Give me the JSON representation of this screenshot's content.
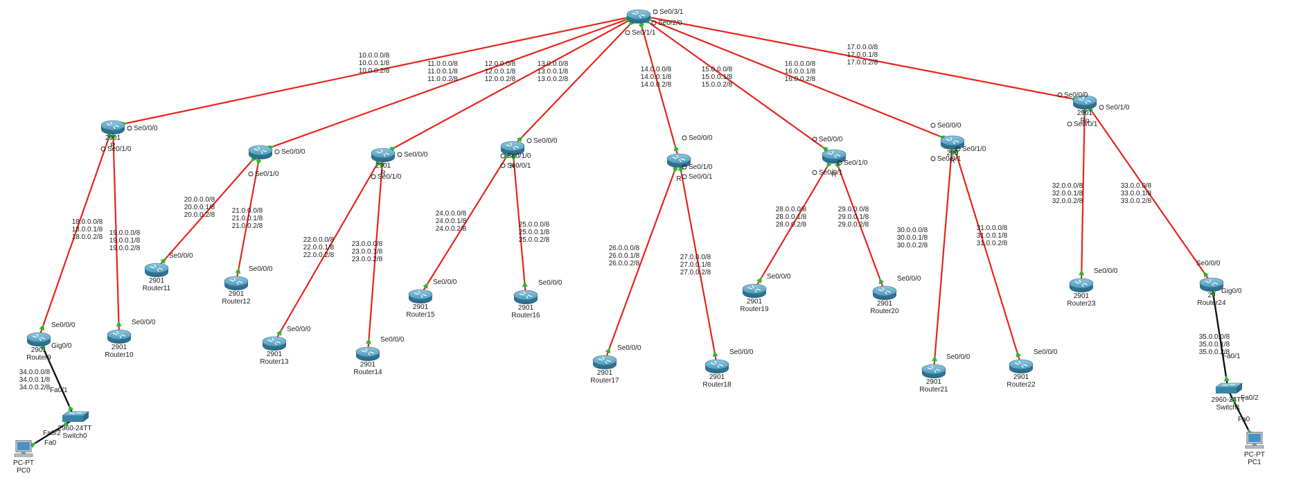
{
  "colors": {
    "serial_link": "#e8221a",
    "ethernet_link": "#111111",
    "link_up": "#2fb52f",
    "device_blue": "#3d8fb3"
  },
  "devices": [
    {
      "id": "core",
      "kind": "router",
      "model": "",
      "name": "",
      "ports": [
        "Se0/3/1",
        "Se0/2/0",
        "Se0/1/1"
      ]
    },
    {
      "id": "r1",
      "kind": "router",
      "model": "2901",
      "name": "R",
      "ports": [
        "Se0/0/0",
        "Se0/1/0"
      ]
    },
    {
      "id": "r2",
      "kind": "router",
      "model": "",
      "name": "",
      "ports": [
        "Se0/0/0",
        "Se0/1/0"
      ]
    },
    {
      "id": "r3",
      "kind": "router",
      "model": "2901",
      "name": "R",
      "ports": [
        "Se0/0/0",
        "Se0/1/0"
      ]
    },
    {
      "id": "r4",
      "kind": "router",
      "model": "",
      "name": "R",
      "ports": [
        "Se0/0/0",
        "Se0/1/0",
        "Se0/0/1"
      ]
    },
    {
      "id": "r5",
      "kind": "router",
      "model": "",
      "name": "R",
      "ports": [
        "Se0/0/0",
        "Se0/1/0",
        "Se0/0/1"
      ]
    },
    {
      "id": "r6",
      "kind": "router",
      "model": "",
      "name": "R",
      "ports": [
        "Se0/0/0",
        "Se0/1/0",
        "Se0/0/1"
      ]
    },
    {
      "id": "r7",
      "kind": "router",
      "model": "290",
      "name": "R",
      "ports": [
        "Se0/0/0",
        "Se0/1/0",
        "Se0/0/1"
      ]
    },
    {
      "id": "r8",
      "kind": "router",
      "model": "2901",
      "name": "Ro",
      "ports": [
        "Se0/0/0",
        "Se0/1/0",
        "Se0/0/1"
      ]
    },
    {
      "id": "router9",
      "kind": "router",
      "model": "2901",
      "name": "Router9",
      "ports": [
        "Se0/0/0",
        "Gig0/0"
      ]
    },
    {
      "id": "router10",
      "kind": "router",
      "model": "2901",
      "name": "Router10",
      "ports": [
        "Se0/0/0"
      ]
    },
    {
      "id": "router11",
      "kind": "router",
      "model": "2901",
      "name": "Router11",
      "ports": [
        "Se0/0/0"
      ]
    },
    {
      "id": "router12",
      "kind": "router",
      "model": "2901",
      "name": "Router12",
      "ports": [
        "Se0/0/0"
      ]
    },
    {
      "id": "router13",
      "kind": "router",
      "model": "2901",
      "name": "Router13",
      "ports": [
        "Se0/0/0"
      ]
    },
    {
      "id": "router14",
      "kind": "router",
      "model": "2901",
      "name": "Router14",
      "ports": [
        "Se0/0/0"
      ]
    },
    {
      "id": "router15",
      "kind": "router",
      "model": "2901",
      "name": "Router15",
      "ports": [
        "Se0/0/0"
      ]
    },
    {
      "id": "router16",
      "kind": "router",
      "model": "2901",
      "name": "Router16",
      "ports": [
        "Se0/0/0"
      ]
    },
    {
      "id": "router17",
      "kind": "router",
      "model": "2901",
      "name": "Router17",
      "ports": [
        "Se0/0/0"
      ]
    },
    {
      "id": "router18",
      "kind": "router",
      "model": "2901",
      "name": "Router18",
      "ports": [
        "Se0/0/0"
      ]
    },
    {
      "id": "router19",
      "kind": "router",
      "model": "2901",
      "name": "Router19",
      "ports": [
        "Se0/0/0"
      ]
    },
    {
      "id": "router20",
      "kind": "router",
      "model": "2901",
      "name": "Router20",
      "ports": [
        "Se0/0/0"
      ]
    },
    {
      "id": "router21",
      "kind": "router",
      "model": "2901",
      "name": "Router21",
      "ports": [
        "Se0/0/0"
      ]
    },
    {
      "id": "router22",
      "kind": "router",
      "model": "2901",
      "name": "Router22",
      "ports": [
        "Se0/0/0"
      ]
    },
    {
      "id": "router23",
      "kind": "router",
      "model": "2901",
      "name": "Router23",
      "ports": [
        "Se0/0/0"
      ]
    },
    {
      "id": "router24",
      "kind": "router",
      "model": "29",
      "name": "Router24",
      "ports": [
        "Se0/0/0",
        "Gig0/0"
      ]
    },
    {
      "id": "switch0",
      "kind": "switch",
      "model": "2960-24TT",
      "name": "Switch0",
      "ports": [
        "Fa0/1",
        "Fa0/2"
      ]
    },
    {
      "id": "switch1",
      "kind": "switch",
      "model": "2960-24TT",
      "name": "Switch1",
      "ports": [
        "Fa0/1",
        "Fa0/2"
      ]
    },
    {
      "id": "pc0",
      "kind": "pc",
      "model": "PC-PT",
      "name": "PC0",
      "ports": [
        "Fa0"
      ]
    },
    {
      "id": "pc1",
      "kind": "pc",
      "model": "PC-PT",
      "name": "PC1",
      "ports": [
        "Fa0"
      ]
    }
  ],
  "links": [
    {
      "from": "core",
      "to": "r1",
      "type": "serial",
      "net": [
        "10.0.0.0/8",
        "10.0.0.1/8",
        "10.0.0.2/8"
      ]
    },
    {
      "from": "core",
      "to": "r2",
      "type": "serial",
      "net": [
        "11.0.0.0/8",
        "11.0.0.1/8",
        "11.0.0.2/8"
      ]
    },
    {
      "from": "core",
      "to": "r3",
      "type": "serial",
      "net": [
        "12.0.0.0/8",
        "12.0.0.1/8",
        "12.0.0.2/8"
      ]
    },
    {
      "from": "core",
      "to": "r4",
      "type": "serial",
      "net": [
        "13.0.0.0/8",
        "13.0.0.1/8",
        "13.0.0.2/8"
      ]
    },
    {
      "from": "core",
      "to": "r5",
      "type": "serial",
      "net": [
        "14.0.0.0/8",
        "14.0.0.1/8",
        "14.0.0.2/8"
      ]
    },
    {
      "from": "core",
      "to": "r6",
      "type": "serial",
      "net": [
        "15.0.0.0/8",
        "15.0.0.1/8",
        "15.0.0.2/8"
      ]
    },
    {
      "from": "core",
      "to": "r7",
      "type": "serial",
      "net": [
        "16.0.0.0/8",
        "16.0.0.1/8",
        "16.0.0.2/8"
      ]
    },
    {
      "from": "core",
      "to": "r8",
      "type": "serial",
      "net": [
        "17.0.0.0/8",
        "17.0.0.1/8",
        "17.0.0.2/8"
      ]
    },
    {
      "from": "r1",
      "to": "router9",
      "type": "serial",
      "net": [
        "18.0.0.0/8",
        "18.0.0.1/8",
        "18.0.0.2/8"
      ]
    },
    {
      "from": "r1",
      "to": "router10",
      "type": "serial",
      "net": [
        "19.0.0.0/8",
        "19.0.0.1/8",
        "19.0.0.2/8"
      ]
    },
    {
      "from": "r2",
      "to": "router11",
      "type": "serial",
      "net": [
        "20.0.0.0/8",
        "20.0.0.1/8",
        "20.0.0.2/8"
      ]
    },
    {
      "from": "r2",
      "to": "router12",
      "type": "serial",
      "net": [
        "21.0.0.0/8",
        "21.0.0.1/8",
        "21.0.0.2/8"
      ]
    },
    {
      "from": "r3",
      "to": "router13",
      "type": "serial",
      "net": [
        "22.0.0.0/8",
        "22.0.0.1/8",
        "22.0.0.2/8"
      ]
    },
    {
      "from": "r3",
      "to": "router14",
      "type": "serial",
      "net": [
        "23.0.0.0/8",
        "23.0.0.1/8",
        "23.0.0.2/8"
      ]
    },
    {
      "from": "r4",
      "to": "router15",
      "type": "serial",
      "net": [
        "24.0.0.0/8",
        "24.0.0.1/8",
        "24.0.0.2/8"
      ]
    },
    {
      "from": "r4",
      "to": "router16",
      "type": "serial",
      "net": [
        "25.0.0.0/8",
        "25.0.0.1/8",
        "25.0.0.2/8"
      ]
    },
    {
      "from": "r5",
      "to": "router17",
      "type": "serial",
      "net": [
        "26.0.0.0/8",
        "26.0.0.1/8",
        "26.0.0.2/8"
      ]
    },
    {
      "from": "r5",
      "to": "router18",
      "type": "serial",
      "net": [
        "27.0.0.0/8",
        "27.0.0.1/8",
        "27.0.0.2/8"
      ]
    },
    {
      "from": "r6",
      "to": "router19",
      "type": "serial",
      "net": [
        "28.0.0.0/8",
        "28.0.0.1/8",
        "28.0.0.2/8"
      ]
    },
    {
      "from": "r6",
      "to": "router20",
      "type": "serial",
      "net": [
        "29.0.0.0/8",
        "29.0.0.1/8",
        "29.0.0.2/8"
      ]
    },
    {
      "from": "r7",
      "to": "router21",
      "type": "serial",
      "net": [
        "30.0.0.0/8",
        "30.0.0.1/8",
        "30.0.0.2/8"
      ]
    },
    {
      "from": "r7",
      "to": "router22",
      "type": "serial",
      "net": [
        "31.0.0.0/8",
        "31.0.0.1/8",
        "31.0.0.2/8"
      ]
    },
    {
      "from": "r8",
      "to": "router23",
      "type": "serial",
      "net": [
        "32.0.0.0/8",
        "32.0.0.1/8",
        "32.0.0.2/8"
      ]
    },
    {
      "from": "r8",
      "to": "router24",
      "type": "serial",
      "net": [
        "33.0.0.0/8",
        "33.0.0.1/8",
        "33.0.0.2/8"
      ]
    },
    {
      "from": "router9",
      "to": "switch0",
      "type": "ethernet",
      "net": [
        "34.0.0.0/8",
        "34.0.0.1/8",
        "34.0.0.2/8"
      ]
    },
    {
      "from": "switch0",
      "to": "pc0",
      "type": "ethernet",
      "net": []
    },
    {
      "from": "router24",
      "to": "switch1",
      "type": "ethernet",
      "net": [
        "35.0.0.0/8",
        "35.0.0.1/8",
        "35.0.0.2/8"
      ]
    },
    {
      "from": "switch1",
      "to": "pc1",
      "type": "ethernet",
      "net": []
    }
  ]
}
